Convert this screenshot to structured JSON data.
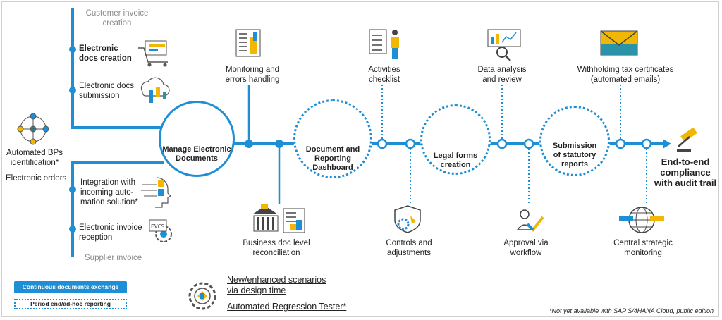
{
  "left_branch": {
    "top_label": "Customer invoice creation",
    "electronic_docs_creation": "Electronic docs creation",
    "electronic_docs_submission": "Electronic docs submission",
    "automated_bps": "Automated BPs identification*",
    "electronic_orders": "Electronic orders",
    "integration": "Integration with incoming auto-mation solution*",
    "invoice_reception": "Electronic invoice reception",
    "bottom_label": "Supplier invoice"
  },
  "hubs": {
    "manage": "Manage Electronic Documents",
    "dashboard": "Document and Reporting Dashboard",
    "legal": "Legal forms creation",
    "submission": "Submission of statutory reports"
  },
  "top_labels": {
    "monitoring": "Monitoring and errors handling",
    "activities": "Activities checklist",
    "data_analysis": "Data analysis and review",
    "withholding": "Withholding tax certificates (automated emails)"
  },
  "bottom_labels": {
    "business_doc": "Business doc level reconciliation",
    "controls": "Controls and adjustments",
    "approval": "Approval via workflow",
    "central": "Central strategic monitoring"
  },
  "end_label": "End-to-end compliance with audit trail",
  "legend": {
    "continuous": "Continuous documents exchange",
    "period": "Period end/ad-hoc reporting"
  },
  "links": {
    "scenarios": "New/enhanced scenarios via design time",
    "regression": "Automated Regression Tester*"
  },
  "footnote": "*Not yet available with SAP S/4HANA Cloud, public edition",
  "colors": {
    "blue": "#1e8fd5",
    "yellow": "#f2b705",
    "teal": "#2a93a8",
    "gray": "#6f6f6f"
  }
}
